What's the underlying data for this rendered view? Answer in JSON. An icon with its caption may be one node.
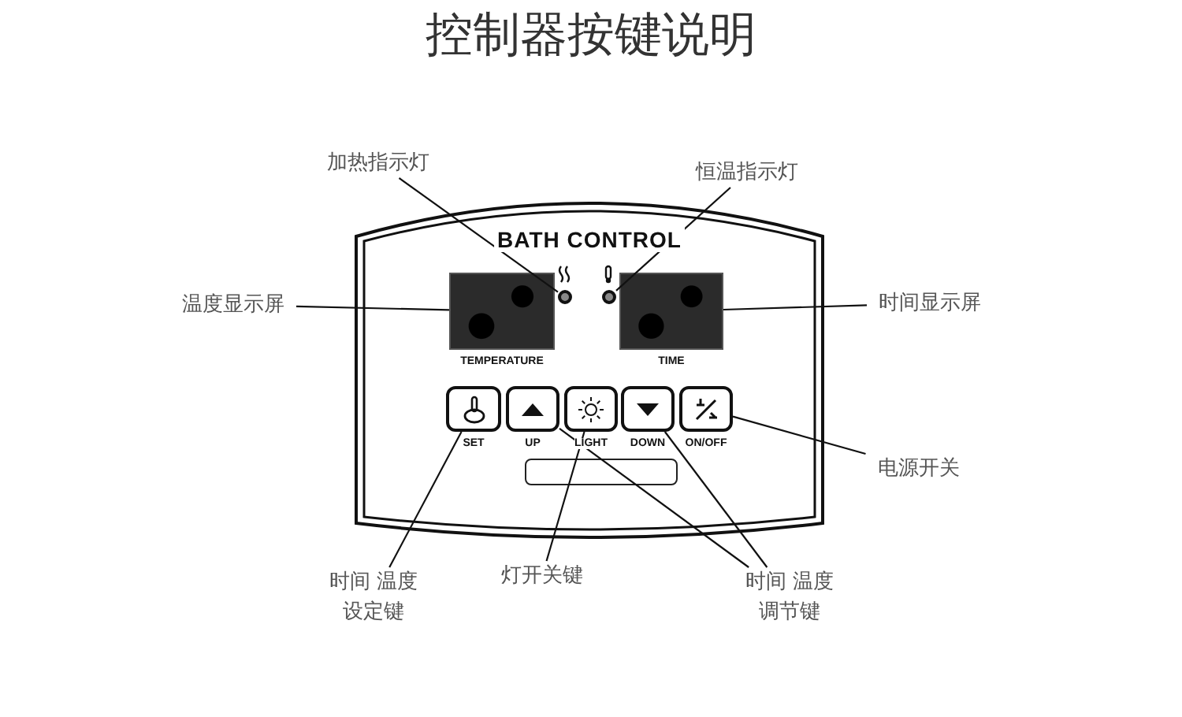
{
  "diagram": {
    "title": "控制器按键说明",
    "nodes": [
      {
        "text": [
          "加热指示灯"
        ]
      },
      {
        "text": [
          "恒温指示灯"
        ]
      },
      {
        "text": [
          "BATH CONTROL"
        ]
      },
      {
        "text": [],
        "shape": "circle",
        "in": 2
      },
      {
        "text": [],
        "shape": "circle",
        "in": 2
      },
      {
        "text": [],
        "shape": "box",
        "in": 2,
        "beside": [
          "TEMPERATURE"
        ]
      },
      {
        "text": [],
        "shape": "box",
        "in": 2,
        "beside": [
          "TIME"
        ]
      },
      {
        "text": [],
        "shape": "box",
        "in": 2,
        "beside": [
          "SET"
        ]
      },
      {
        "text": [],
        "shape": "box",
        "in": 2,
        "beside": [
          "UP"
        ]
      },
      {
        "text": [],
        "shape": "box",
        "in": 2,
        "beside": [
          "LIGHT"
        ]
      },
      {
        "text": [],
        "shape": "box",
        "in": 2,
        "beside": [
          "DOWN"
        ]
      },
      {
        "text": [],
        "shape": "box",
        "in": 2,
        "beside": [
          "ON/OFF"
        ]
      },
      {
        "text": [],
        "shape": "box",
        "in": 2
      },
      {
        "text": [
          "温度显示屏"
        ]
      },
      {
        "text": [
          "时间显示屏"
        ]
      },
      {
        "text": [
          "电源开关"
        ]
      },
      {
        "text": [
          "时间 温度设定键"
        ]
      },
      {
        "text": [
          "灯开关键"
        ]
      },
      {
        "text": [
          "时间 温度调节键"
        ]
      }
    ],
    "edges": [
      {
        "from": 0,
        "to": 3,
        "arrow": "none"
      },
      {
        "from": 1,
        "to": 4,
        "arrow": "none"
      },
      {
        "from": 13,
        "to": 5,
        "arrow": "none"
      },
      {
        "from": 14,
        "to": 6,
        "arrow": "none"
      },
      {
        "from": 15,
        "to": 11,
        "arrow": "none"
      },
      {
        "from": 16,
        "to": 7,
        "arrow": "none"
      },
      {
        "from": 17,
        "to": 9,
        "arrow": "none"
      },
      {
        "from": 18,
        "to": 8,
        "arrow": "none"
      },
      {
        "from": 18,
        "to": 10,
        "arrow": "none"
      }
    ]
  }
}
